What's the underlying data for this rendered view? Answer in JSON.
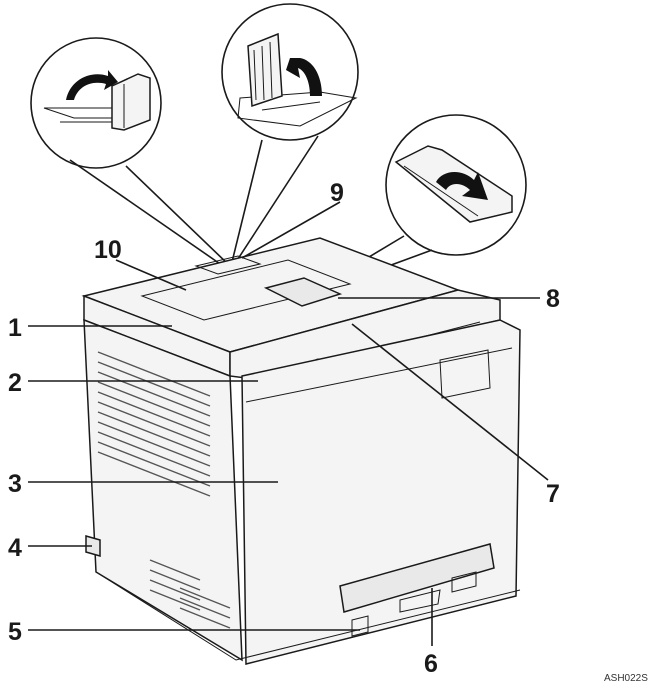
{
  "callouts": [
    {
      "id": "1",
      "label": "1"
    },
    {
      "id": "2",
      "label": "2"
    },
    {
      "id": "3",
      "label": "3"
    },
    {
      "id": "4",
      "label": "4"
    },
    {
      "id": "5",
      "label": "5"
    },
    {
      "id": "6",
      "label": "6"
    },
    {
      "id": "7",
      "label": "7"
    },
    {
      "id": "8",
      "label": "8"
    },
    {
      "id": "9",
      "label": "9"
    },
    {
      "id": "10",
      "label": "10"
    }
  ],
  "figure_code": "ASH022S",
  "colors": {
    "line": "#1a1a1a",
    "body": "#f4f4f4",
    "shade": "#e9e9e9",
    "background": "#ffffff"
  },
  "icons": [
    "curved-arrow-icon"
  ]
}
